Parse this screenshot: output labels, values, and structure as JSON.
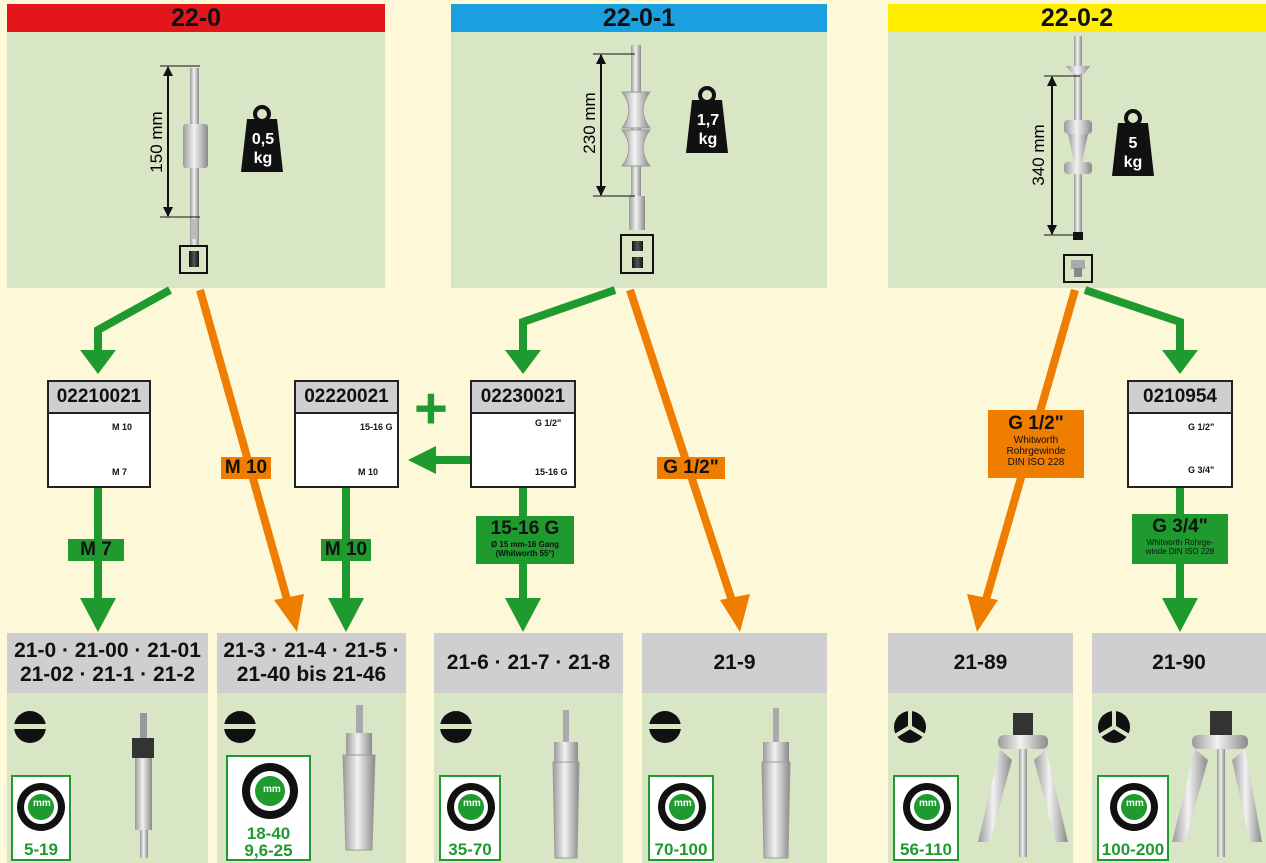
{
  "colors": {
    "red": "#e3161b",
    "blue": "#1aa0de",
    "yellow": "#ffee00",
    "green": "#1e9a2e",
    "orange": "#ee7d00",
    "panel": "#d8e6c6",
    "grey": "#cfcfd1",
    "bg": "#fdf8d8"
  },
  "tops": [
    {
      "title": "22-0",
      "dimension": "150 mm",
      "weight_value": "0,5",
      "weight_unit": "kg"
    },
    {
      "title": "22-0-1",
      "dimension": "230 mm",
      "weight_value": "1,7",
      "weight_unit": "kg"
    },
    {
      "title": "22-0-2",
      "dimension": "340 mm",
      "weight_value": "5",
      "weight_unit": "kg"
    }
  ],
  "adapters": [
    {
      "code": "02210021",
      "thread_top": "M 10",
      "thread_bottom": "M 7"
    },
    {
      "code": "02220021",
      "thread_top": "15-16 G",
      "thread_bottom": "M 10"
    },
    {
      "code": "02230021",
      "thread_top": "G 1/2\"",
      "thread_bottom": "15-16 G"
    },
    {
      "code": "0210954",
      "thread_top": "G 1/2\"",
      "thread_bottom": "G 3/4\""
    }
  ],
  "plus_sign": "+",
  "labels": {
    "m7": "M 7",
    "m10_orange": "M 10",
    "m10_green": "M 10",
    "g12_orange": "G 1/2\"",
    "g1516": {
      "main": "15-16 G",
      "sub1": "Ø 15 mm-16 Gang",
      "sub2": "(Whitworth 55°)"
    },
    "g12_whitworth": {
      "main": "G 1/2\"",
      "sub1": "Whitworth",
      "sub2": "Rohrgewinde",
      "sub3": "DIN ISO 228"
    },
    "g34": {
      "main": "G 3/4\"",
      "sub1": "Whitworth Rohrge-",
      "sub2": "winde DIN ISO 228"
    }
  },
  "bottoms": [
    {
      "line1": "21-0 · 21-00 · 21-01",
      "line2": "21-02 · 21-1 · 21-2",
      "range1": "5-19",
      "range2": "",
      "icon": "slot-icon"
    },
    {
      "line1": "21-3 · 21-4 · 21-5 ·",
      "line2": "21-40  bis  21-46",
      "range1": "18-40",
      "range2": "9,6-25",
      "icon": "slot-icon"
    },
    {
      "line1": "21-6 · 21-7 · 21-8",
      "line2": "",
      "range1": "35-70",
      "range2": "",
      "icon": "slot-icon"
    },
    {
      "line1": "21-9",
      "line2": "",
      "range1": "70-100",
      "range2": "",
      "icon": "slot-icon"
    },
    {
      "line1": "21-89",
      "line2": "",
      "range1": "56-110",
      "range2": "",
      "icon": "three-jaw-icon"
    },
    {
      "line1": "21-90",
      "line2": "",
      "range1": "100-200",
      "range2": "",
      "icon": "three-jaw-icon"
    }
  ],
  "bearing_icon_label": "mm"
}
